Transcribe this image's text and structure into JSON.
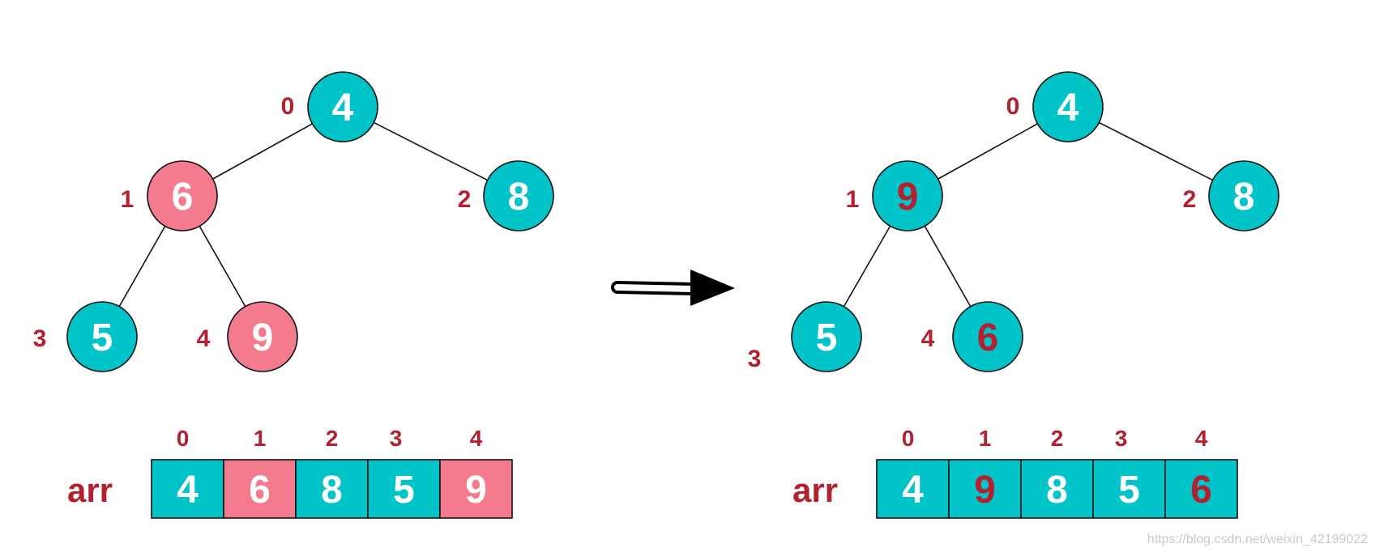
{
  "colors": {
    "teal": "#00c4c8",
    "pink": "#f47a8d",
    "index_red": "#b3202f",
    "white_text": "#ffffff",
    "stroke": "#111111"
  },
  "panels": [
    {
      "name": "before",
      "nodes": [
        {
          "index": "0",
          "value": "4",
          "fill": "teal",
          "text": "white"
        },
        {
          "index": "1",
          "value": "6",
          "fill": "pink",
          "text": "white"
        },
        {
          "index": "2",
          "value": "8",
          "fill": "teal",
          "text": "white"
        },
        {
          "index": "3",
          "value": "5",
          "fill": "teal",
          "text": "white"
        },
        {
          "index": "4",
          "value": "9",
          "fill": "pink",
          "text": "white"
        }
      ],
      "edges": [
        [
          0,
          1
        ],
        [
          0,
          2
        ],
        [
          1,
          3
        ],
        [
          1,
          4
        ]
      ],
      "array": {
        "label": "arr",
        "cells": [
          {
            "index": "0",
            "value": "4",
            "fill": "teal",
            "text": "white"
          },
          {
            "index": "1",
            "value": "6",
            "fill": "pink",
            "text": "white"
          },
          {
            "index": "2",
            "value": "8",
            "fill": "teal",
            "text": "white"
          },
          {
            "index": "3",
            "value": "5",
            "fill": "teal",
            "text": "white"
          },
          {
            "index": "4",
            "value": "9",
            "fill": "pink",
            "text": "white"
          }
        ]
      }
    },
    {
      "name": "after",
      "nodes": [
        {
          "index": "0",
          "value": "4",
          "fill": "teal",
          "text": "white"
        },
        {
          "index": "1",
          "value": "9",
          "fill": "teal",
          "text": "red"
        },
        {
          "index": "2",
          "value": "8",
          "fill": "teal",
          "text": "white"
        },
        {
          "index": "3",
          "value": "5",
          "fill": "teal",
          "text": "white"
        },
        {
          "index": "4",
          "value": "6",
          "fill": "teal",
          "text": "red"
        }
      ],
      "edges": [
        [
          0,
          1
        ],
        [
          0,
          2
        ],
        [
          1,
          3
        ],
        [
          1,
          4
        ]
      ],
      "array": {
        "label": "arr",
        "cells": [
          {
            "index": "0",
            "value": "4",
            "fill": "teal",
            "text": "white"
          },
          {
            "index": "1",
            "value": "9",
            "fill": "teal",
            "text": "red"
          },
          {
            "index": "2",
            "value": "8",
            "fill": "teal",
            "text": "white"
          },
          {
            "index": "3",
            "value": "5",
            "fill": "teal",
            "text": "white"
          },
          {
            "index": "4",
            "value": "6",
            "fill": "teal",
            "text": "red"
          }
        ]
      }
    }
  ],
  "arrow_icon": "right-arrow-icon",
  "watermark": "https://blog.csdn.net/weixin_42199022"
}
